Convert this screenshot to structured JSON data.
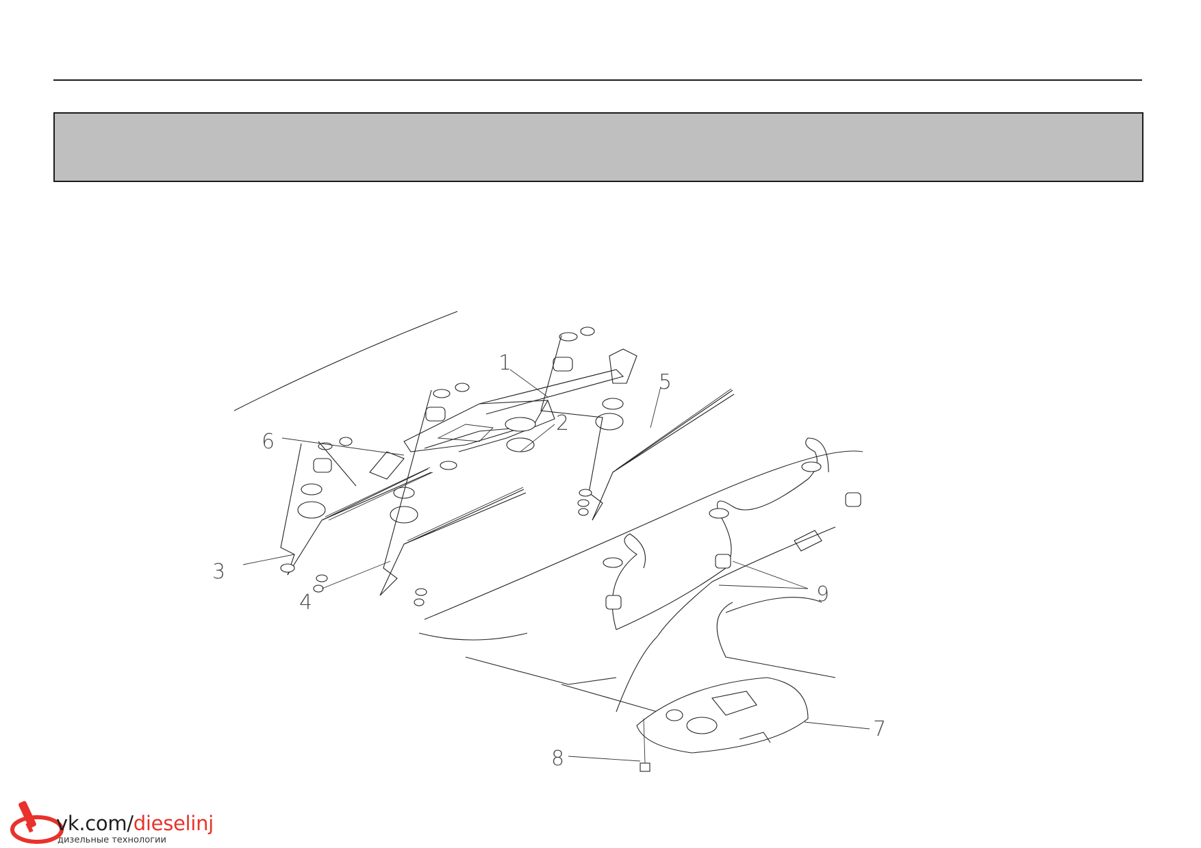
{
  "page": {
    "title_band_text": ""
  },
  "diagram": {
    "callouts": [
      {
        "id": "1",
        "label": "1"
      },
      {
        "id": "2",
        "label": "2"
      },
      {
        "id": "3",
        "label": "3"
      },
      {
        "id": "4",
        "label": "4"
      },
      {
        "id": "5",
        "label": "5"
      },
      {
        "id": "6",
        "label": "6"
      },
      {
        "id": "7",
        "label": "7"
      },
      {
        "id": "8",
        "label": "8"
      },
      {
        "id": "9",
        "label": "9"
      }
    ]
  },
  "watermark": {
    "url_prefix": "vk.com/",
    "url_accent": "dieselinj",
    "subtitle": "дизельные технологии",
    "accent_color": "#e8322b"
  }
}
